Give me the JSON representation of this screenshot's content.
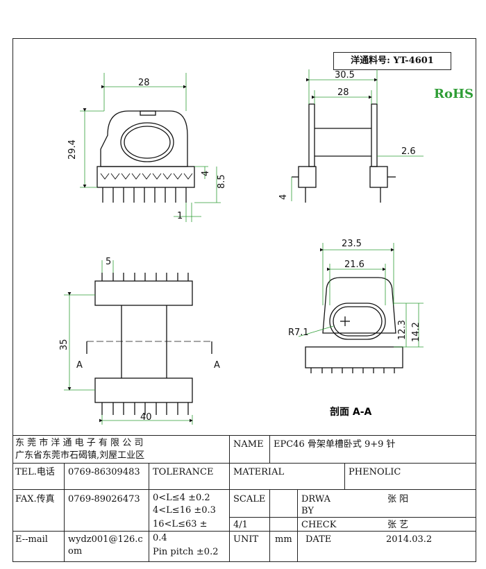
{
  "part_number": "洋通料号:  YT-4601",
  "rohs": "RoHS",
  "dims": {
    "d28_top": "28",
    "d29_4": "29.4",
    "d4": "4",
    "d8_5": "8.5",
    "d1": "1",
    "d30_5": "30.5",
    "d28_side": "28",
    "d2_6": "2.6",
    "d4_side": "4",
    "d5": "5",
    "d35": "35",
    "d40": "40",
    "d23_5": "23.5",
    "d21_6": "21.6",
    "r7_1": "R7.1",
    "d12_3": "12.3",
    "d14_2": "14.2",
    "section_a_left": "A",
    "section_a_right": "A"
  },
  "section_label": "剖面  A-A",
  "title_block": {
    "company_line1": "东 莞 市 洋 通 电 子 有 限 公 司",
    "company_line2": "广东省东莞市石碣镇,刘屋工业区",
    "name_label": "NAME",
    "name_value": "EPC46 骨架单槽卧式 9+9 针",
    "tel_label": "TEL.电话",
    "tel_value": "0769-86309483",
    "tolerance_label": "TOLERANCE",
    "material_label": "MATERIAL",
    "material_value": "PHENOLIC",
    "fax_label": "FAX.传真",
    "fax_value": "0769-89026473",
    "tol_line1": "0<L≤4    ±0.2",
    "tol_line2": "4<L≤16  ±0.3",
    "tol_line3": "16<L≤63  ±",
    "tol_line4": "0.4",
    "tol_line5": "Pin pitch  ±0.2",
    "scale_label": "SCALE",
    "drawn_label": "DRWA BY",
    "drawn_value": "张 阳",
    "scale_value": "4/1",
    "check_label": "CHECK",
    "check_value": "张 艺",
    "email_label": "E--mail",
    "email_value": "wydz001@126.com",
    "unit_label": "UNIT",
    "unit_value": "mm",
    "date_label": "DATE",
    "date_value": "2014.03.2"
  }
}
